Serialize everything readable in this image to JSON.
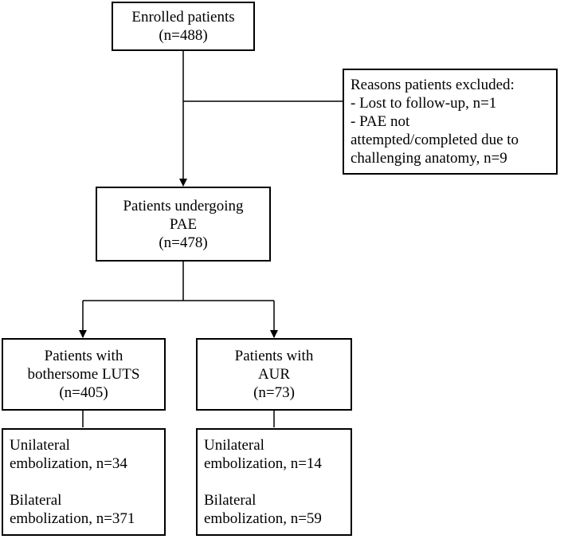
{
  "diagram": {
    "enrolled": {
      "title": "Enrolled patients",
      "count": "(n=488)"
    },
    "excluded": {
      "title": "Reasons patients excluded:",
      "reason_1": "- Lost to follow-up, n=1",
      "reason_2_line_1": "- PAE not",
      "reason_2_line_2": "attempted/completed due to",
      "reason_2_line_3": "challenging anatomy, n=9"
    },
    "pae": {
      "line_1": "Patients undergoing",
      "line_2": "PAE",
      "count": "(n=478)"
    },
    "luts": {
      "line_1": "Patients with",
      "line_2": "bothersome LUTS",
      "count": "(n=405)"
    },
    "aur": {
      "line_1": "Patients with",
      "line_2": "AUR",
      "count": "(n=73)"
    },
    "luts_embolization": {
      "unilateral_line_1": "Unilateral",
      "unilateral_line_2": "embolization, n=34",
      "bilateral_line_1": "Bilateral",
      "bilateral_line_2": "embolization, n=371"
    },
    "aur_embolization": {
      "unilateral_line_1": "Unilateral",
      "unilateral_line_2": "embolization, n=14",
      "bilateral_line_1": "Bilateral",
      "bilateral_line_2": "embolization, n=59"
    }
  }
}
